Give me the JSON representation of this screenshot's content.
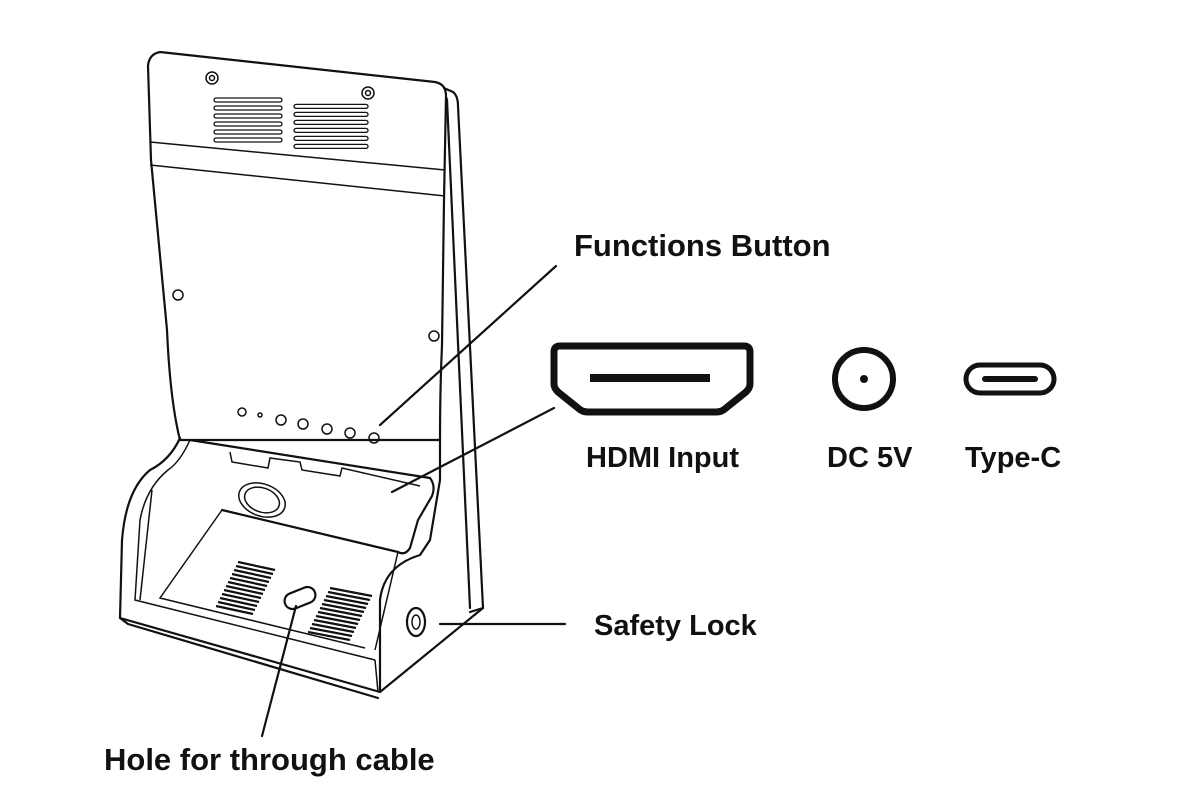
{
  "labels": {
    "functions_button": "Functions Button",
    "hdmi_input": "HDMI Input",
    "dc_5v": "DC 5V",
    "type_c": "Type-C",
    "safety_lock": "Safety Lock",
    "cable_hole": "Hole for through cable"
  },
  "icons": [
    "hdmi-port-icon",
    "dc-jack-icon",
    "usb-type-c-icon"
  ],
  "colors": {
    "ink": "#111111",
    "background": "#ffffff"
  }
}
